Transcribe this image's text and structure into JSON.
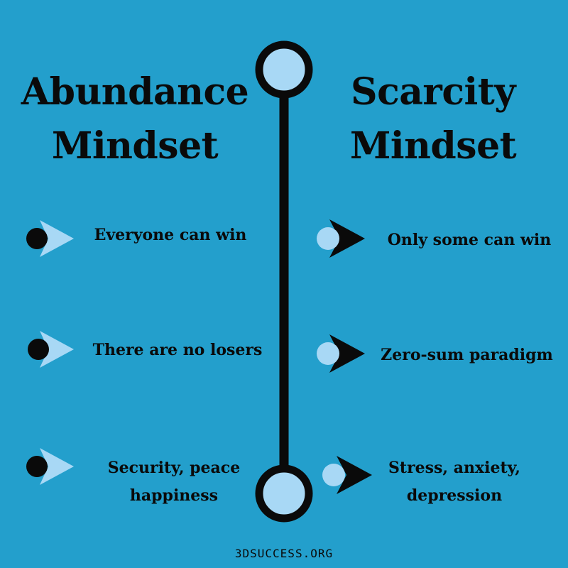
{
  "left": {
    "title_line1": "Abundance",
    "title_line2": "Mindset",
    "items": [
      "Everyone can win",
      "There are no losers",
      "Security, peace",
      "happiness"
    ]
  },
  "right": {
    "title_line1": "Scarcity",
    "title_line2": "Mindset",
    "items": [
      "Only some can win",
      "Zero-sum paradigm",
      "Stress, anxiety,",
      "depression"
    ]
  },
  "footer": "3DSUCCESS.ORG",
  "colors": {
    "background": "#239fcc",
    "accent_light": "#a8d8f5",
    "dark": "#0a0a0a"
  },
  "icons": {
    "left_marker": "dot-with-light-arrow-icon",
    "right_marker": "light-dot-with-dark-arrow-icon",
    "timeline_end": "ring-node-icon"
  }
}
